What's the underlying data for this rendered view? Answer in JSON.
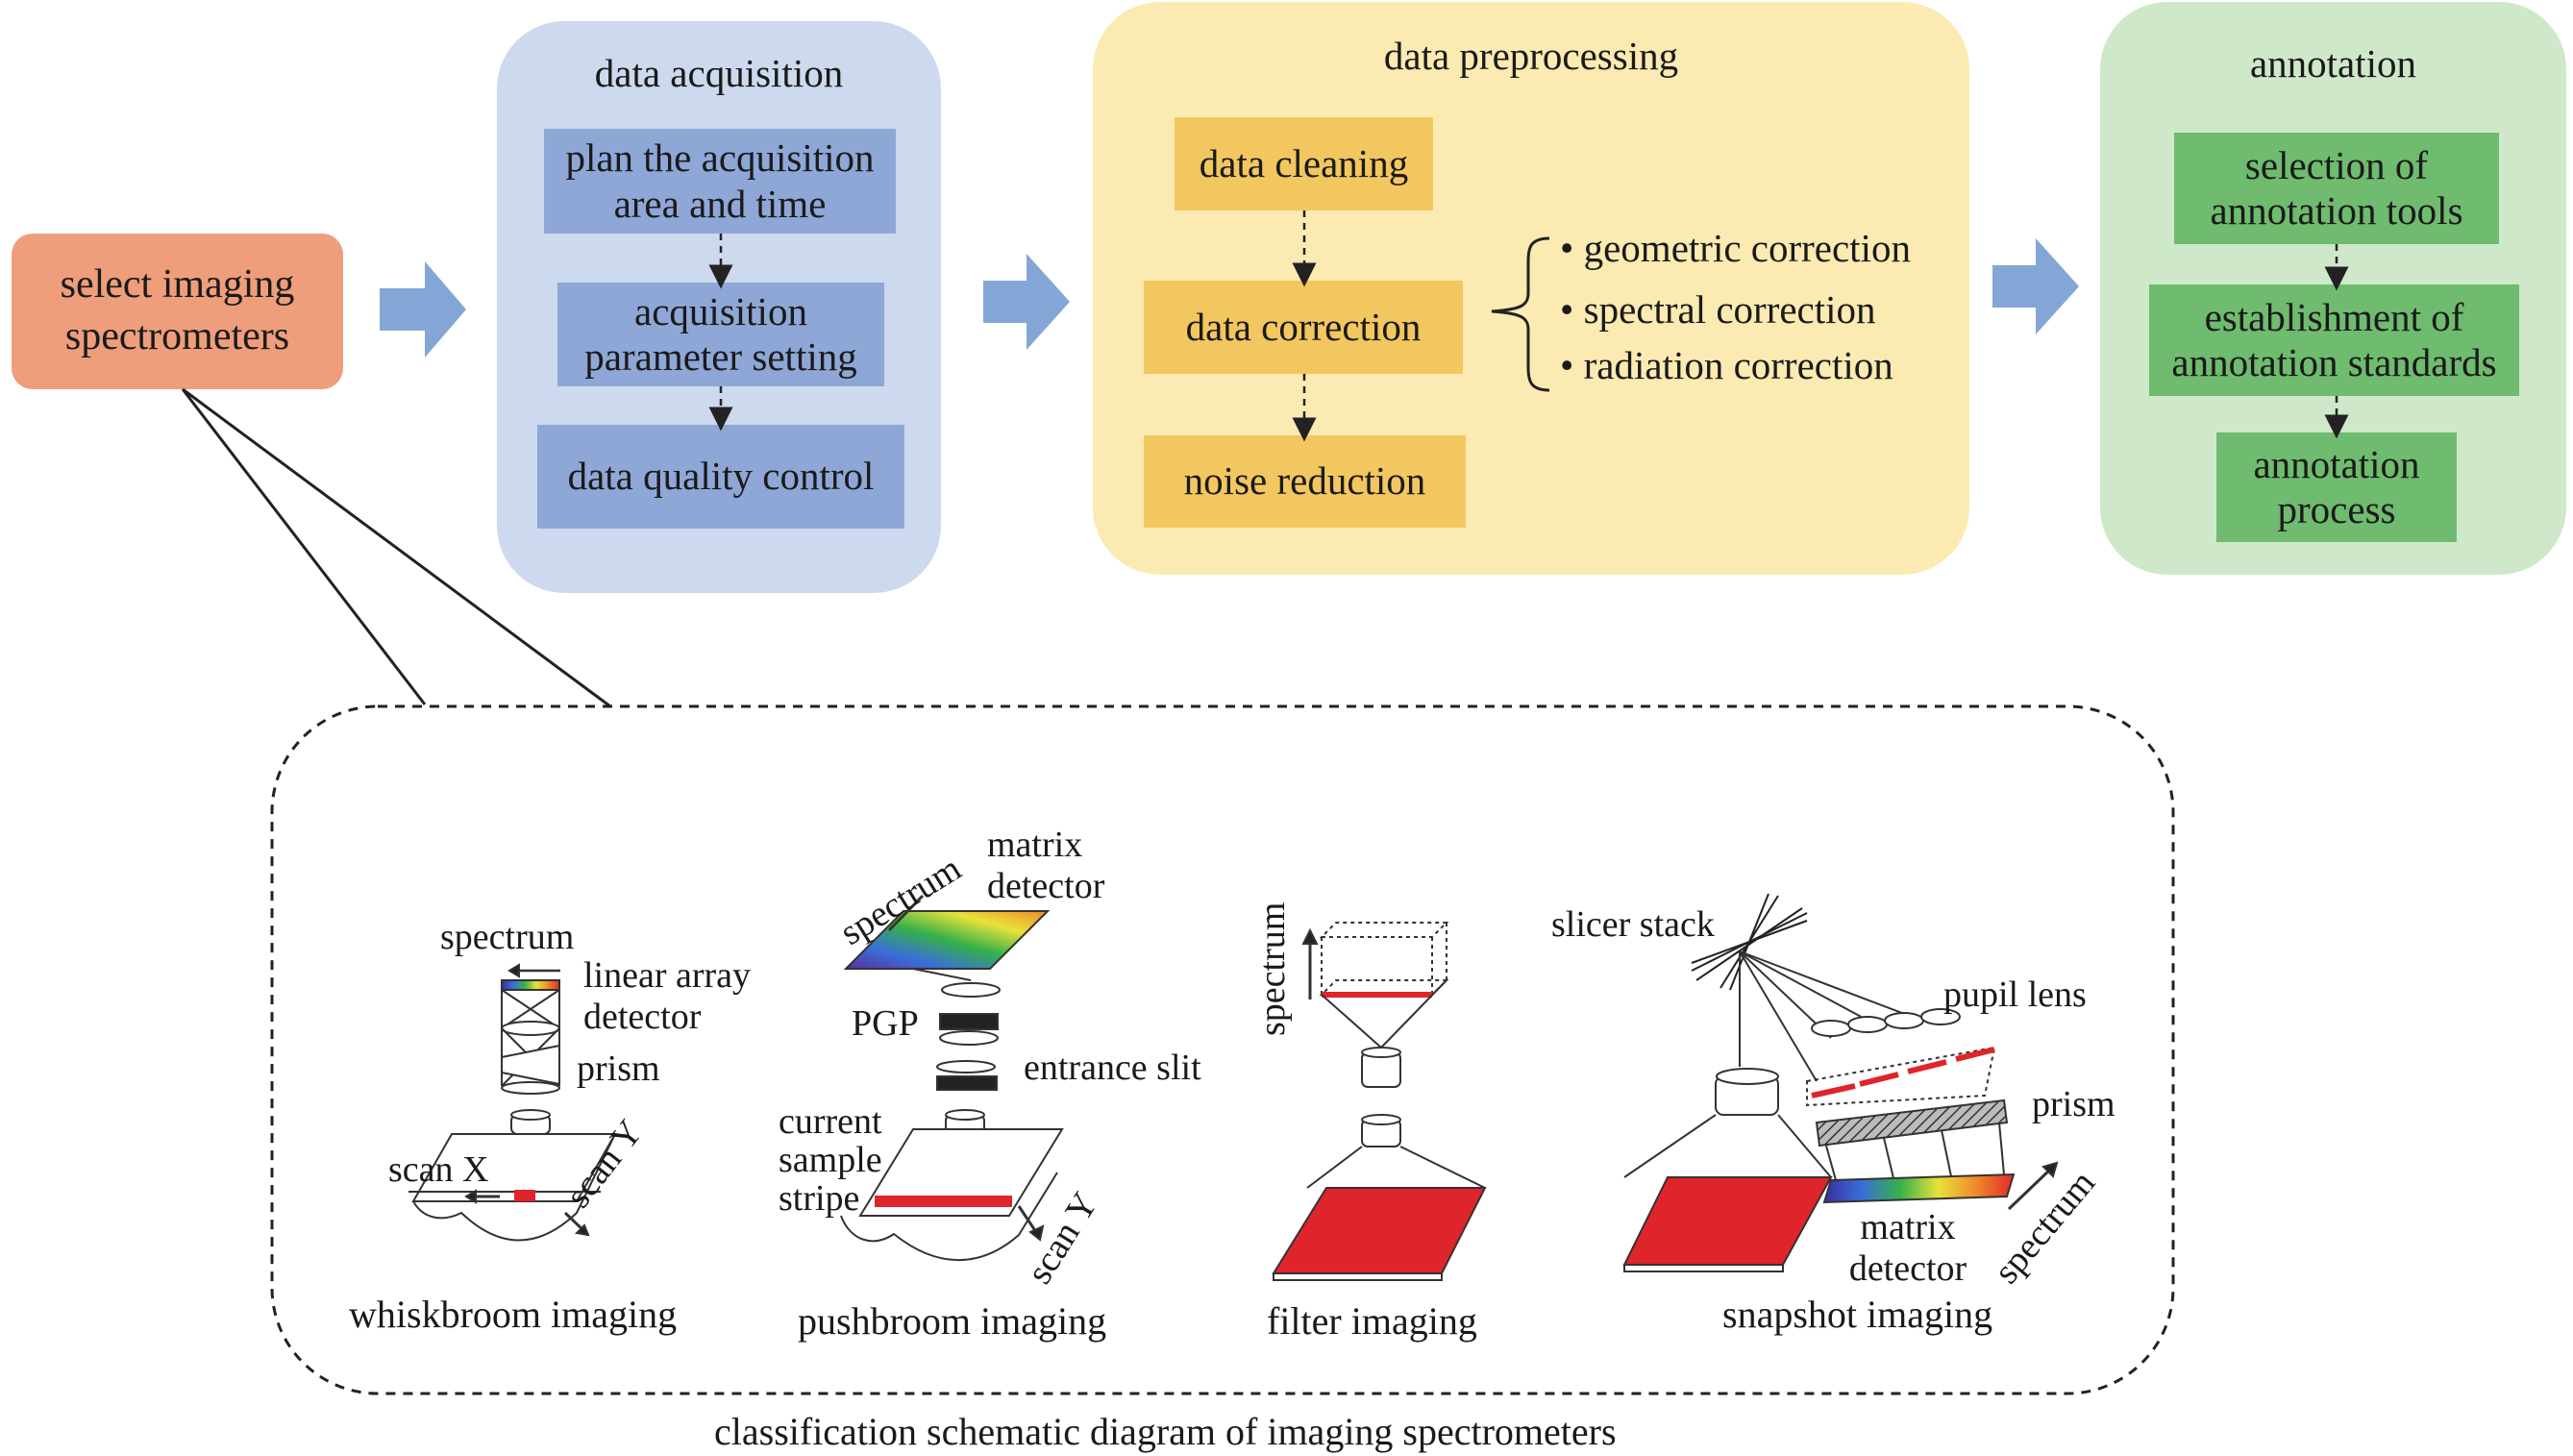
{
  "colors": {
    "select_box": "#ee9e7b",
    "acq_panel": "#cdd9ee",
    "acq_box": "#8ea7d6",
    "pre_panel": "#fbeab1",
    "pre_box": "#f3c75f",
    "ann_panel": "#cfe8c9",
    "ann_box": "#6fbb6f",
    "arrow": "#84a6d6",
    "red": "#e0242b"
  },
  "select": {
    "label": "select imaging spectrometers"
  },
  "acquisition": {
    "title": "data acquisition",
    "steps": [
      "plan the acquisition area and time",
      "acquisition parameter setting",
      "data quality control"
    ]
  },
  "preprocessing": {
    "title": "data preprocessing",
    "steps": [
      "data cleaning",
      "data correction",
      "noise reduction"
    ],
    "corrections": [
      "geometric correction",
      "spectral correction",
      "radiation correction"
    ]
  },
  "annotation": {
    "title": "annotation",
    "steps": [
      "selection of annotation tools",
      "establishment of annotation standards",
      "annotation process"
    ]
  },
  "classification": {
    "caption": "classification schematic diagram of imaging spectrometers",
    "whiskbroom": {
      "name": "whiskbroom imaging",
      "labels": [
        "spectrum",
        "linear array detector",
        "prism",
        "scan X",
        "scan Y"
      ]
    },
    "pushbroom": {
      "name": "pushbroom imaging",
      "labels": [
        "spectrum",
        "matrix detector",
        "PGP",
        "entrance slit",
        "current sample stripe",
        "scan Y"
      ]
    },
    "filter": {
      "name": "filter imaging",
      "labels": [
        "spectrum"
      ]
    },
    "snapshot": {
      "name": "snapshot imaging",
      "labels": [
        "slicer stack",
        "pupil lens",
        "prism",
        "matrix detector",
        "spectrum"
      ]
    }
  }
}
